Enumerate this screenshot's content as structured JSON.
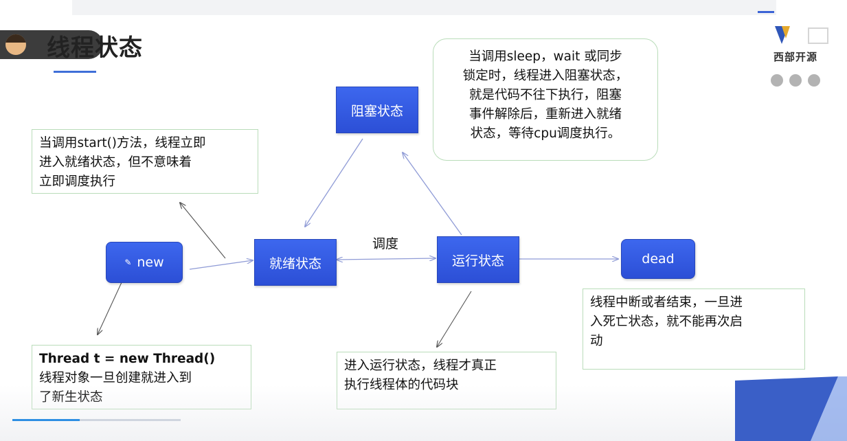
{
  "header": {
    "title": "线程状态",
    "brand": "西部开源",
    "dot_count": 3
  },
  "states": {
    "new": {
      "label": "new"
    },
    "ready": {
      "label": "就绪状态"
    },
    "blocked": {
      "label": "阻塞状态"
    },
    "running": {
      "label": "运行状态"
    },
    "dead": {
      "label": "dead"
    }
  },
  "edge_labels": {
    "schedule": "调度"
  },
  "notes": {
    "new_note": {
      "title": "Thread t = new Thread()",
      "body": [
        "线程对象一旦创建就进入到",
        "了新生状态"
      ]
    },
    "ready_note": {
      "lines": [
        "当调用start()方法，线程立即",
        "进入就绪状态，但不意味着",
        "立即调度执行"
      ]
    },
    "blocked_note": {
      "lines": [
        "当调用sleep，wait 或同步",
        "锁定时，线程进入阻塞状态，",
        "就是代码不往下执行，阻塞",
        "事件解除后，重新进入就绪",
        "状态，等待cpu调度执行。"
      ]
    },
    "running_note": {
      "lines": [
        "进入运行状态，线程才真正",
        "执行线程体的代码块"
      ]
    },
    "dead_note": {
      "lines": [
        "线程中断或者结束，一旦进",
        "入死亡状态，就不能再次启",
        "动"
      ]
    }
  },
  "colors": {
    "state_fill": "#3458e6",
    "note_border": "#b9dcb9",
    "edge": "#8f9bd6"
  }
}
